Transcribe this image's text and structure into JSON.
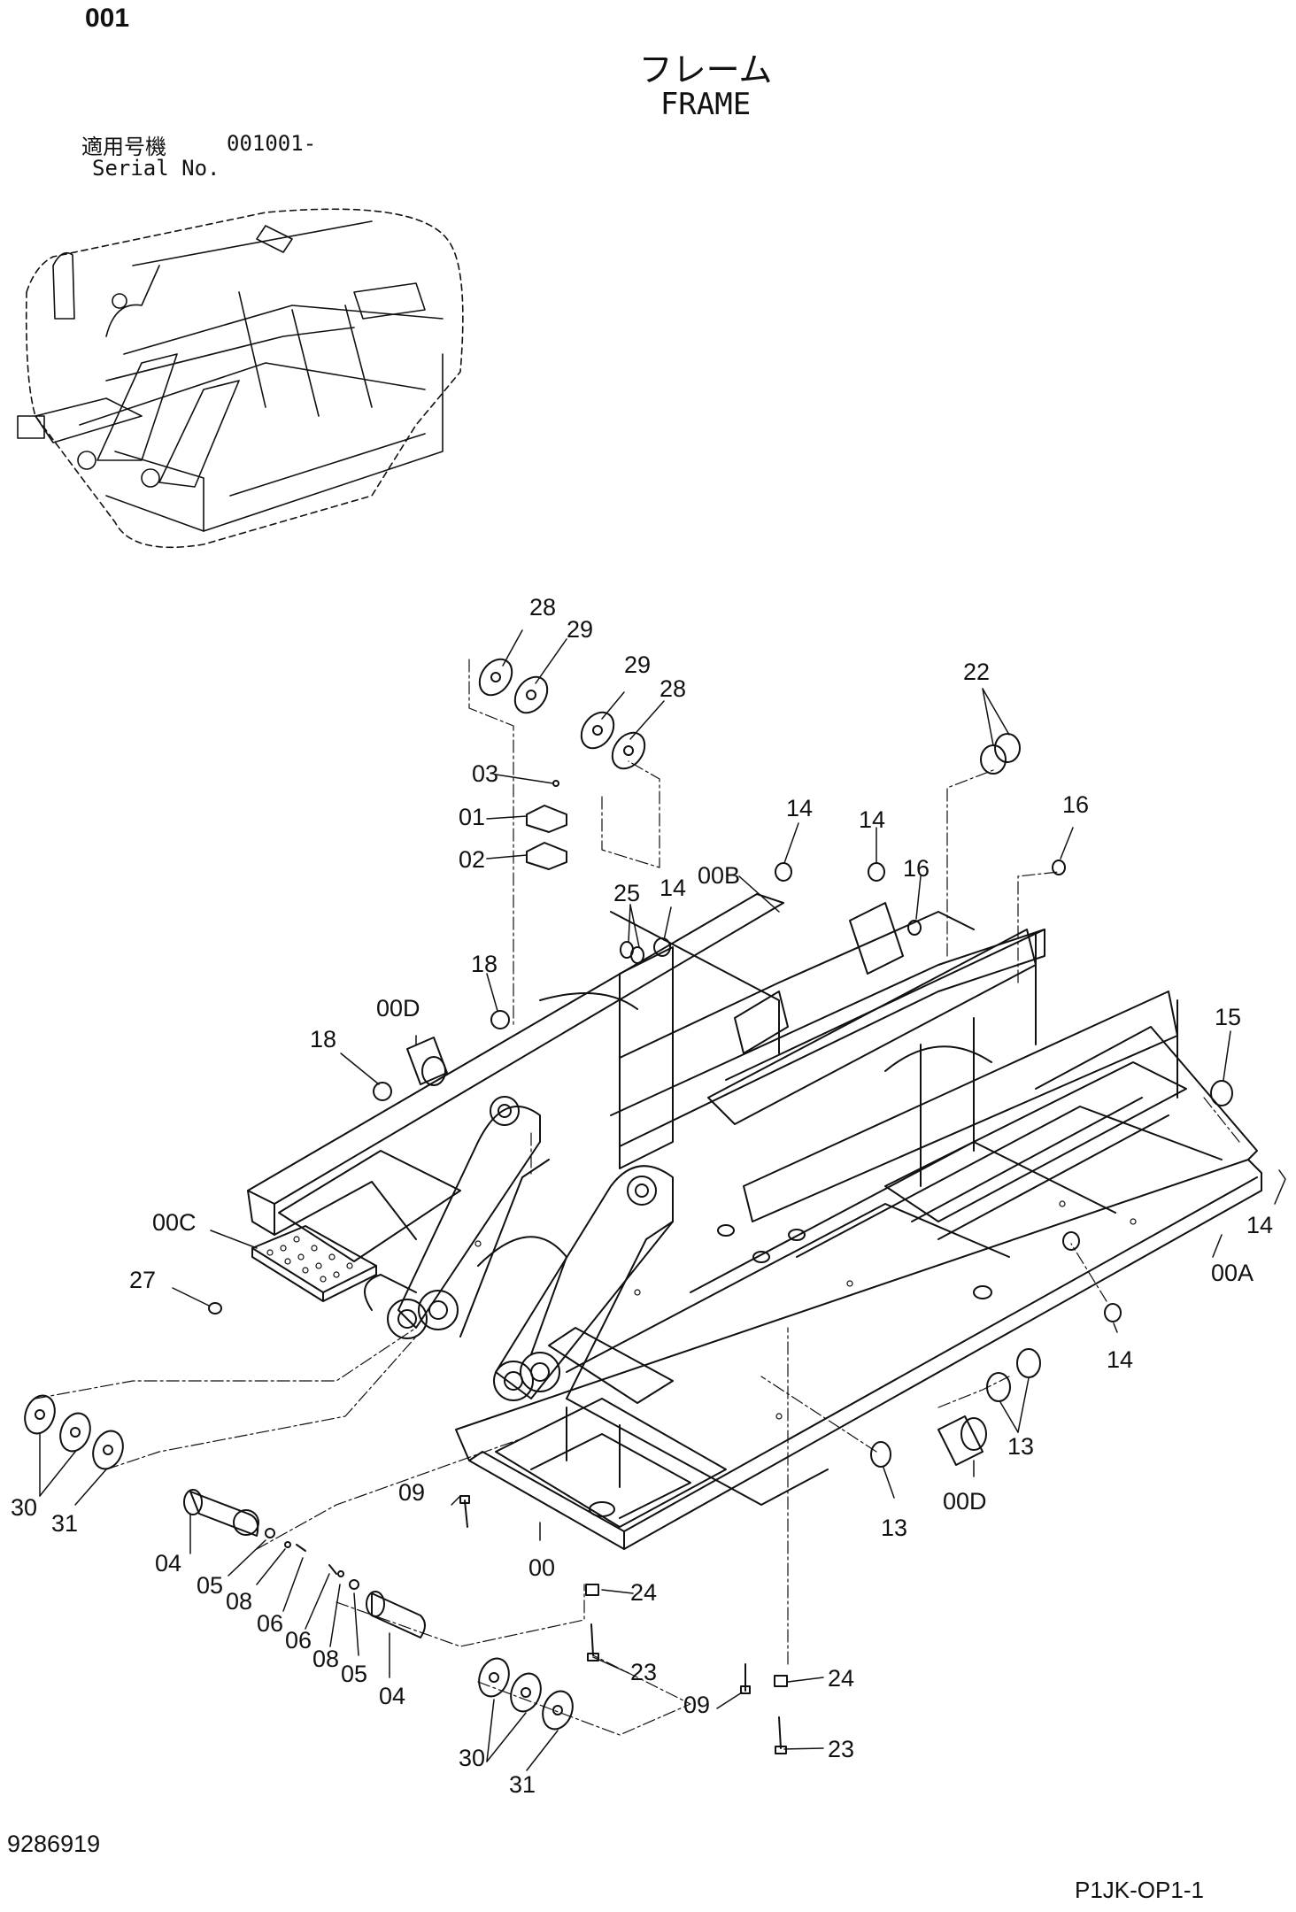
{
  "header": {
    "page_number": "001",
    "title_jp": "フレーム",
    "title_en": "FRAME",
    "serial_label_jp": "適用号機",
    "serial_value": "001001-",
    "serial_label_en": "Serial No."
  },
  "footer": {
    "drawing_number": "9286919",
    "sheet_code": "P1JK-OP1-1"
  },
  "callouts": {
    "c28a": "28",
    "c29a": "29",
    "c29b": "29",
    "c28b": "28",
    "c22": "22",
    "c03": "03",
    "c01": "01",
    "c02": "02",
    "c14a": "14",
    "c14b": "14",
    "c16a": "16",
    "c16b": "16",
    "c25": "25",
    "c14c": "14",
    "c00B": "00B",
    "c18a": "18",
    "c00Da": "00D",
    "c18b": "18",
    "c15": "15",
    "c00C": "00C",
    "c27": "27",
    "c14d": "14",
    "c00A": "00A",
    "c14e": "14",
    "c13a": "13",
    "c13b": "13",
    "c00Db": "00D",
    "c30a": "30",
    "c31a": "31",
    "c09a": "09",
    "c00": "00",
    "c04a": "04",
    "c05a": "05",
    "c08a": "08",
    "c06a": "06",
    "c06b": "06",
    "c08b": "08",
    "c05b": "05",
    "c04b": "04",
    "c24a": "24",
    "c23a": "23",
    "c09b": "09",
    "c24b": "24",
    "c23b": "23",
    "c30b": "30",
    "c31b": "31"
  }
}
